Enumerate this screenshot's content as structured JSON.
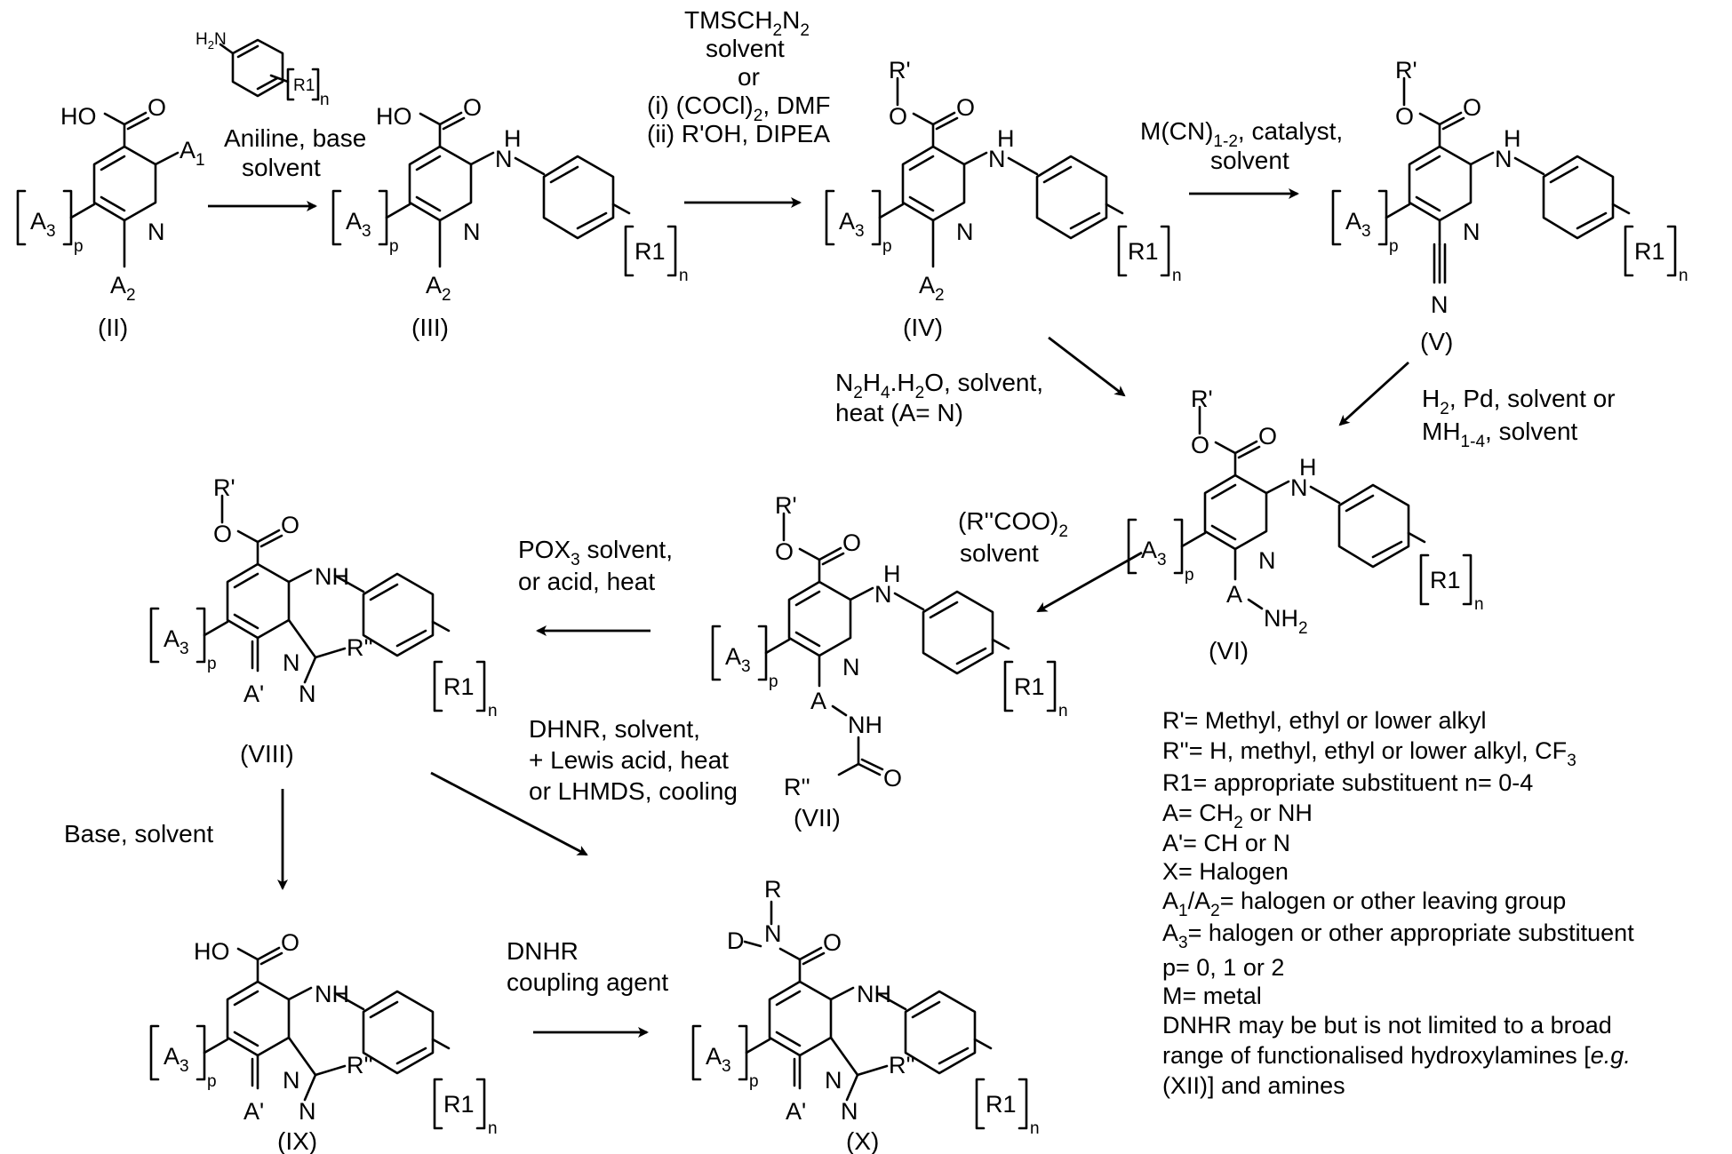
{
  "compounds": [
    {
      "id": "II",
      "label": "(II)"
    },
    {
      "id": "III",
      "label": "(III)"
    },
    {
      "id": "IV",
      "label": "(IV)"
    },
    {
      "id": "V",
      "label": "(V)"
    },
    {
      "id": "VI",
      "label": "(VI)"
    },
    {
      "id": "VII",
      "label": "(VII)"
    },
    {
      "id": "VIII",
      "label": "(VIII)"
    },
    {
      "id": "IX",
      "label": "(IX)"
    },
    {
      "id": "X",
      "label": "(X)"
    }
  ],
  "atoms": {
    "HO": "HO",
    "O": "O",
    "N": "N",
    "H": "H",
    "A": "A",
    "A3": "A",
    "R1": "R1",
    "Rp": "R'",
    "Rpp": "R''",
    "R": "R",
    "D": "D",
    "NH": "NH",
    "NH2": "NH",
    "Aprime": "A'",
    "H2N": "H",
    "A1": "A",
    "A2": "A",
    "sub_p": "p",
    "sub_n": "n",
    "sub_1": "1",
    "sub_2": "2",
    "sub_3": "3"
  },
  "reagents": {
    "aniline_line1": "Aniline, base",
    "aniline_line2": "solvent",
    "ester_line1": "TMSCH",
    "ester_line1_end": "N",
    "ester_line2": "solvent",
    "ester_line3": "or",
    "ester_line4": "(i) (COCl)",
    "ester_line4_end": ", DMF",
    "ester_line5": "(ii) R'OH, DIPEA",
    "cyan_line1": "M(CN)",
    "cyan_line1_sub": "1-2",
    "cyan_line1_end": ", catalyst,",
    "cyan_line2": "solvent",
    "hyd_line1": "N",
    "hyd_line1_mid": "H",
    "hyd_line1_mid2": ".H",
    "hyd_line1_end": "O, solvent,",
    "hyd_line2": "heat (A= N)",
    "red_line1": "H",
    "red_line1_end": ", Pd, solvent or",
    "red_line2": "MH",
    "red_line2_sub": "1-4",
    "red_line2_end": ", solvent",
    "acyl_line1": "(R''COO)",
    "acyl_line2": "solvent",
    "cycl_line1": "POX",
    "cycl_line1_end": " solvent,",
    "cycl_line2": "or acid, heat",
    "dhnr_line1": "DHNR, solvent,",
    "dhnr_line2": "+ Lewis acid, heat",
    "dhnr_line3": "or LHMDS, cooling",
    "base_line1": "Base, solvent",
    "coup_line1": "DNHR",
    "coup_line2": "coupling agent"
  },
  "legend": [
    {
      "text": "R'= Methyl, ethyl or lower alkyl"
    },
    {
      "text": "R''= H, methyl, ethyl or lower alkyl, CF",
      "sub": "3"
    },
    {
      "text": "R1= appropriate substituent n= 0-4"
    },
    {
      "text": "A= CH",
      "sub": "2",
      "end": " or NH"
    },
    {
      "text": "A'= CH or N"
    },
    {
      "text": "X= Halogen"
    },
    {
      "text": "A",
      "sub": "1",
      "mid": "/A",
      "sub2": "2",
      "end": "= halogen or other leaving group"
    },
    {
      "text": "A",
      "sub": "3",
      "end": "= halogen or other appropriate substituent"
    },
    {
      "text": "p= 0, 1 or 2"
    },
    {
      "text": "M= metal"
    },
    {
      "text": "DNHR may be but is not limited to a broad"
    },
    {
      "text": "range of functionalised hydroxylamines [",
      "italic": "e.g.",
      "end": ""
    },
    {
      "text": "(XII)] and amines"
    }
  ]
}
